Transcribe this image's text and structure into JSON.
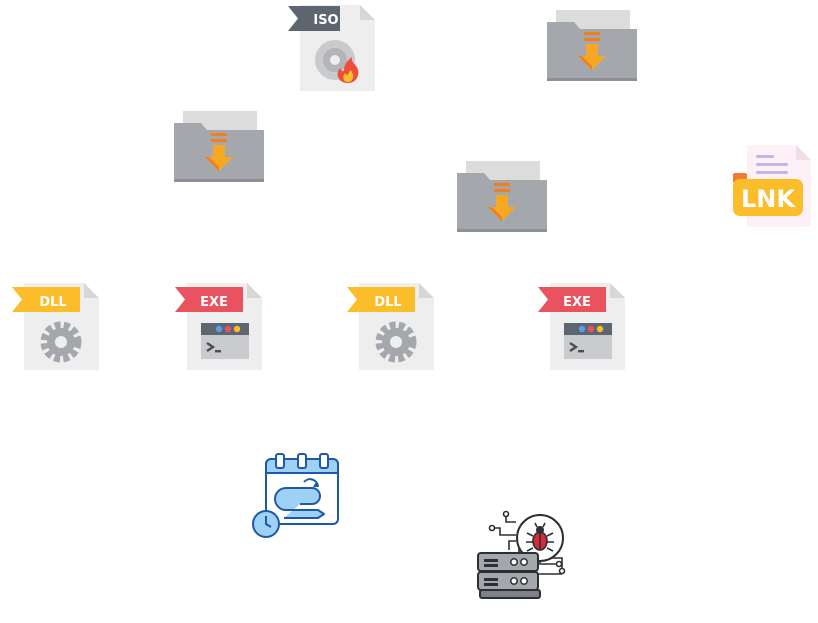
{
  "files": {
    "iso": {
      "tag": "ISO",
      "icon": "iso-disc-burn-icon"
    },
    "dll_1": {
      "tag": "DLL",
      "icon": "dll-gear-file-icon"
    },
    "dll_2": {
      "tag": "DLL",
      "icon": "dll-gear-file-icon"
    },
    "exe_1": {
      "tag": "EXE",
      "icon": "exe-terminal-file-icon"
    },
    "exe_2": {
      "tag": "EXE",
      "icon": "exe-terminal-file-icon"
    },
    "lnk": {
      "tag": "LNK",
      "icon": "lnk-shortcut-file-icon"
    }
  },
  "folders": [
    {
      "icon": "download-folder-icon"
    },
    {
      "icon": "download-folder-icon"
    },
    {
      "icon": "download-folder-icon"
    }
  ],
  "extras": {
    "scheduler": {
      "icon": "scheduled-task-calendar-icon"
    },
    "server": {
      "icon": "server-bug-icon"
    }
  },
  "colors": {
    "folder_back": "#dcdcdc",
    "folder_front": "#a4a7ac",
    "arrow": "#f7a823",
    "arrow_shadow": "#ef7f1f",
    "paper": "#eeeeee",
    "paper_fold": "#d7d7d7",
    "tag_dark": "#5d6670",
    "tag_yellow": "#fbbd29",
    "tag_red": "#e9525f",
    "gear": "#a4a8ad",
    "calendar_blue": "#9fd0f5",
    "line_blue": "#1c5aa8",
    "bug_red": "#d6293b"
  }
}
